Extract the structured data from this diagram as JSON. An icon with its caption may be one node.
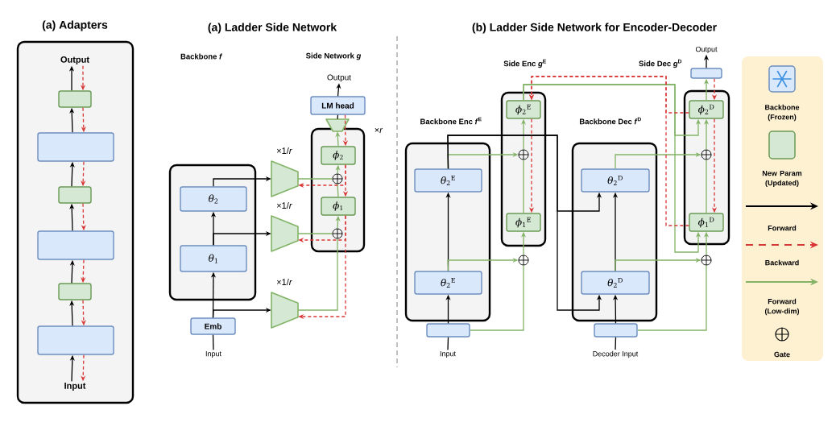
{
  "diagram": {
    "nodes": [
      {
        "text": [],
        "shape": "box"
      },
      {
        "text": [
          "Output"
        ],
        "in": 0
      },
      {
        "text": [],
        "shape": "box",
        "in": 0
      },
      {
        "text": [],
        "shape": "box",
        "in": 0
      },
      {
        "text": [],
        "shape": "box",
        "in": 0
      },
      {
        "text": [],
        "shape": "box",
        "in": 0
      },
      {
        "text": [],
        "shape": "box",
        "in": 0
      },
      {
        "text": [],
        "shape": "box",
        "in": 0
      },
      {
        "text": [
          "Input"
        ],
        "in": 0
      },
      {
        "text": [],
        "shape": "box"
      },
      {
        "text": [
          "*θ*$_{2}$"
        ],
        "in": 9
      },
      {
        "text": [
          "*θ*$_{1}$"
        ],
        "in": 9
      },
      {
        "text": [
          "Emb"
        ]
      },
      {
        "text": [
          "Input"
        ]
      },
      {
        "text": [],
        "shape": "box"
      },
      {
        "text": [
          "*ϕ*$_{2}$"
        ],
        "in": 14
      },
      {
        "text": [],
        "shape": "circle",
        "in": 14
      },
      {
        "text": [
          "*ϕ*$_{1}$"
        ],
        "in": 14
      },
      {
        "text": [],
        "shape": "circle",
        "in": 14
      },
      {
        "text": [],
        "shape": "trapezoid",
        "beside": [
          "×1/*r*"
        ]
      },
      {
        "text": [],
        "shape": "trapezoid",
        "beside": [
          "×1/*r*"
        ]
      },
      {
        "text": [],
        "shape": "trapezoid",
        "beside": [
          "×1/*r*"
        ]
      },
      {
        "text": [
          "LM head"
        ]
      },
      {
        "text": [],
        "shape": "trapezoid",
        "beside": [
          "×*r*"
        ]
      },
      {
        "text": [
          "Output"
        ]
      },
      {
        "text": [],
        "shape": "box"
      },
      {
        "text": [
          "*θ*$_{2}$$^{E}$"
        ],
        "in": 25
      },
      {
        "text": [
          "*θ*$_{2}$$^{E}$"
        ],
        "in": 25
      },
      {
        "text": [],
        "shape": "box"
      },
      {
        "text": [
          "Input"
        ]
      },
      {
        "text": [],
        "shape": "box"
      },
      {
        "text": [
          "*ϕ*$_{2}$$^{E}$"
        ],
        "in": 30
      },
      {
        "text": [],
        "shape": "circle",
        "in": 30
      },
      {
        "text": [
          "*ϕ*$_{1}$$^{E}$"
        ],
        "in": 30
      },
      {
        "text": [],
        "shape": "circle"
      },
      {
        "text": [],
        "shape": "box"
      },
      {
        "text": [
          "*θ*$_{2}$$^{D}$"
        ],
        "in": 35
      },
      {
        "text": [
          "*θ*$_{2}$$^{D}$"
        ],
        "in": 35
      },
      {
        "text": [],
        "shape": "box"
      },
      {
        "text": [
          "Decoder Input"
        ]
      },
      {
        "text": [],
        "shape": "box"
      },
      {
        "text": [
          "*ϕ*$_{2}$$^{D}$"
        ],
        "in": 40
      },
      {
        "text": [],
        "shape": "circle",
        "in": 40
      },
      {
        "text": [
          "*ϕ*$_{1}$$^{D}$"
        ],
        "in": 40
      },
      {
        "text": [],
        "shape": "circle"
      },
      {
        "text": [],
        "shape": "box"
      },
      {
        "text": [
          "Output"
        ]
      }
    ],
    "edges": [
      {
        "from": 8,
        "to": 7,
        "arrow": "to"
      },
      {
        "from": 7,
        "to": 6,
        "arrow": "to"
      },
      {
        "from": 6,
        "to": 5,
        "arrow": "to"
      },
      {
        "from": 5,
        "to": 4,
        "arrow": "to"
      },
      {
        "from": 4,
        "to": 3,
        "arrow": "to"
      },
      {
        "from": 3,
        "to": 2,
        "arrow": "to"
      },
      {
        "from": 2,
        "to": 1,
        "arrow": "to"
      },
      {
        "from": 1,
        "to": 2,
        "arrow": "to",
        "style": "dashed",
        "color": "#d93636"
      },
      {
        "from": 2,
        "to": 3,
        "arrow": "to",
        "style": "dashed",
        "color": "#d93636"
      },
      {
        "from": 3,
        "to": 4,
        "arrow": "to",
        "style": "dashed",
        "color": "#d93636"
      },
      {
        "from": 4,
        "to": 5,
        "arrow": "to",
        "style": "dashed",
        "color": "#d93636"
      },
      {
        "from": 5,
        "to": 6,
        "arrow": "to",
        "style": "dashed",
        "color": "#d93636"
      },
      {
        "from": 6,
        "to": 7,
        "arrow": "to",
        "style": "dashed",
        "color": "#d93636"
      },
      {
        "from": 7,
        "to": 8,
        "arrow": "to",
        "style": "dashed",
        "color": "#d93636"
      },
      {
        "from": 13,
        "to": 12,
        "arrow": "none"
      },
      {
        "from": 12,
        "to": 11,
        "arrow": "to"
      },
      {
        "from": 11,
        "to": 10,
        "arrow": "to"
      },
      {
        "from": 10,
        "to": 19,
        "arrow": "to"
      },
      {
        "from": 11,
        "to": 20,
        "arrow": "to"
      },
      {
        "from": 12,
        "to": 21,
        "arrow": "to"
      },
      {
        "from": 21,
        "to": 18,
        "arrow": "none",
        "color": "#82b366"
      },
      {
        "from": 20,
        "to": 18,
        "arrow": "none",
        "color": "#82b366"
      },
      {
        "from": 18,
        "to": 17,
        "arrow": "to",
        "color": "#82b366"
      },
      {
        "from": 17,
        "to": 16,
        "arrow": "none",
        "color": "#82b366"
      },
      {
        "from": 19,
        "to": 16,
        "arrow": "none",
        "color": "#82b366"
      },
      {
        "from": 16,
        "to": 15,
        "arrow": "to",
        "color": "#82b366"
      },
      {
        "from": 15,
        "to": 23,
        "arrow": "to",
        "color": "#82b366"
      },
      {
        "from": 23,
        "to": 22,
        "arrow": "none"
      },
      {
        "from": 22,
        "to": 24,
        "arrow": "to"
      },
      {
        "from": 22,
        "to": 15,
        "arrow": "to",
        "style": "dashed",
        "color": "#d93636"
      },
      {
        "from": 15,
        "to": 17,
        "arrow": "to",
        "style": "dashed",
        "color": "#d93636"
      },
      {
        "from": 15,
        "to": 19,
        "arrow": "to",
        "style": "dashed",
        "color": "#d93636"
      },
      {
        "from": 17,
        "to": 20,
        "arrow": "to",
        "style": "dashed",
        "color": "#d93636"
      },
      {
        "from": 17,
        "to": 21,
        "arrow": "to",
        "style": "dashed",
        "color": "#d93636"
      },
      {
        "from": 29,
        "to": 28,
        "arrow": "none"
      },
      {
        "from": 28,
        "to": 27,
        "arrow": "to"
      },
      {
        "from": 27,
        "to": 26,
        "arrow": "to"
      },
      {
        "from": 27,
        "to": 34,
        "arrow": "to",
        "color": "#82b366"
      },
      {
        "from": 26,
        "to": 32,
        "arrow": "to",
        "color": "#82b366"
      },
      {
        "from": 28,
        "to": 34,
        "arrow": "none",
        "color": "#82b366"
      },
      {
        "from": 34,
        "to": 33,
        "arrow": "to",
        "color": "#82b366"
      },
      {
        "from": 33,
        "to": 32,
        "arrow": "none",
        "color": "#82b366"
      },
      {
        "from": 32,
        "to": 31,
        "arrow": "to",
        "color": "#82b366"
      },
      {
        "from": 26,
        "to": 36,
        "arrow": "to"
      },
      {
        "from": 26,
        "to": 37,
        "arrow": "to"
      },
      {
        "from": 39,
        "to": 38,
        "arrow": "none"
      },
      {
        "from": 38,
        "to": 37,
        "arrow": "to"
      },
      {
        "from": 37,
        "to": 36,
        "arrow": "to"
      },
      {
        "from": 37,
        "to": 44,
        "arrow": "to",
        "color": "#82b366"
      },
      {
        "from": 36,
        "to": 42,
        "arrow": "to",
        "color": "#82b366"
      },
      {
        "from": 38,
        "to": 44,
        "arrow": "none",
        "color": "#82b366"
      },
      {
        "from": 44,
        "to": 43,
        "arrow": "to",
        "color": "#82b366"
      },
      {
        "from": 43,
        "to": 42,
        "arrow": "none",
        "color": "#82b366"
      },
      {
        "from": 42,
        "to": 41,
        "arrow": "to",
        "color": "#82b366"
      },
      {
        "from": 41,
        "to": 45,
        "arrow": "to",
        "color": "#82b366"
      },
      {
        "from": 45,
        "to": 46,
        "arrow": "to"
      },
      {
        "from": 31,
        "to": 41,
        "arrow": "to",
        "color": "#82b366"
      },
      {
        "from": 31,
        "to": 43,
        "arrow": "to",
        "color": "#82b366"
      },
      {
        "from": 45,
        "to": 41,
        "arrow": "to",
        "style": "dashed",
        "color": "#d93636"
      },
      {
        "from": 41,
        "to": 43,
        "arrow": "to",
        "style": "dashed",
        "color": "#d93636"
      },
      {
        "from": 41,
        "to": 31,
        "arrow": "to",
        "style": "dashed",
        "color": "#d93636"
      },
      {
        "from": 43,
        "to": 31,
        "arrow": "to",
        "style": "dashed",
        "color": "#d93636"
      },
      {
        "from": 31,
        "to": 33,
        "arrow": "to",
        "style": "dashed",
        "color": "#d93636"
      }
    ],
    "labels": [
      "(a) Adapters",
      "(a) Ladder Side Network",
      "Backbone *f*",
      "Side Network *g*",
      "(b) Ladder Side Network for Encoder-Decoder",
      "Side Enc *g*$^{E}$",
      "Side Dec *g*$^{D}$",
      "Backbone Enc *f*$^{E}$",
      "Backbone Dec *f*$^{D}$"
    ],
    "legend": [
      {
        "text": "Backbone (Frozen)",
        "color": "#dae8fc"
      },
      {
        "text": "New Param (Updated)",
        "color": "#d5e8d4"
      },
      {
        "text": "Forward"
      },
      {
        "text": "Backward"
      },
      {
        "text": "Forward (Low-dim)"
      },
      {
        "text": "Gate"
      }
    ]
  }
}
